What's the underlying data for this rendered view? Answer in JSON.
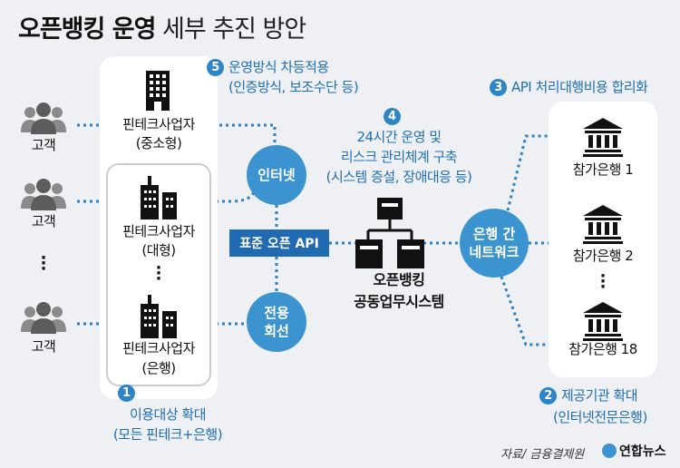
{
  "title": {
    "bold": "오픈뱅킹 운영",
    "normal": " 세부 추진 방안"
  },
  "customers": [
    "고객",
    "고객",
    "고객"
  ],
  "fintech": [
    {
      "name": "핀테크사업자",
      "type": "(중소형)"
    },
    {
      "name": "핀테크사업자",
      "type": "(대형)"
    },
    {
      "name": "핀테크사업자",
      "type": "(은행)"
    }
  ],
  "points": {
    "p1": {
      "num": "1",
      "line1": "이용대상 확대",
      "line2": "(모든 핀테크+은행)"
    },
    "p2": {
      "num": "2",
      "line1": "제공기관 확대",
      "line2": "(인터넷전문은행)"
    },
    "p3": {
      "num": "3",
      "line1": "API 처리대행비용 합리화"
    },
    "p4": {
      "num": "4",
      "line1": "24시간 운영 및",
      "line2": "리스크 관리체계 구축",
      "line3": "(시스템 증설, 장애대응 등)"
    },
    "p5": {
      "num": "5",
      "line1": "운영방식 차등적용",
      "line2": "(인증방식, 보조수단 등)"
    }
  },
  "internet": "인터넷",
  "dedicated": {
    "l1": "전용",
    "l2": "회선"
  },
  "api": "표준 오픈 API",
  "system": {
    "l1": "오픈뱅킹",
    "l2": "공동업무시스템"
  },
  "network": {
    "l1": "은행 간",
    "l2": "네트워크"
  },
  "banks": [
    "참가은행 1",
    "참가은행 2",
    "참가은행 18"
  ],
  "source": "자료/ 금융결제원",
  "logo": "연합뉴스"
}
